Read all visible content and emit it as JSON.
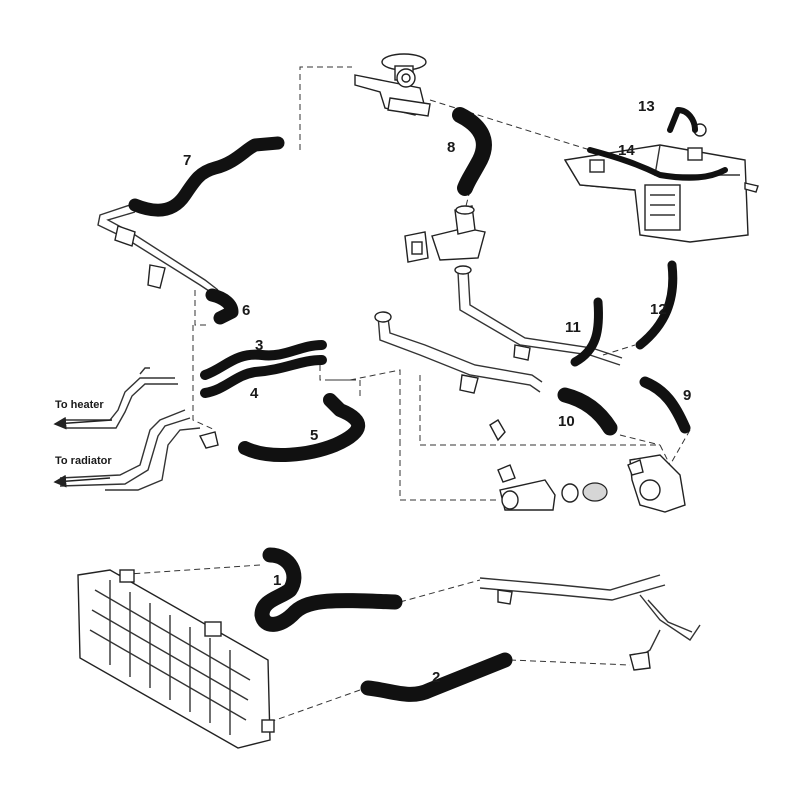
{
  "hoses": [
    {
      "id": "1",
      "label": "1"
    },
    {
      "id": "2",
      "label": "2"
    },
    {
      "id": "3",
      "label": "3"
    },
    {
      "id": "4",
      "label": "4"
    },
    {
      "id": "5",
      "label": "5"
    },
    {
      "id": "6",
      "label": "6"
    },
    {
      "id": "7",
      "label": "7"
    },
    {
      "id": "8",
      "label": "8"
    },
    {
      "id": "9",
      "label": "9"
    },
    {
      "id": "10",
      "label": "10"
    },
    {
      "id": "11",
      "label": "11"
    },
    {
      "id": "12",
      "label": "12"
    },
    {
      "id": "13",
      "label": "13"
    },
    {
      "id": "14",
      "label": "14"
    }
  ],
  "destinations": {
    "heater": "To heater",
    "radiator": "To radiator"
  },
  "colors": {
    "hose": "#111111",
    "line": "#333333",
    "background": "#ffffff"
  }
}
